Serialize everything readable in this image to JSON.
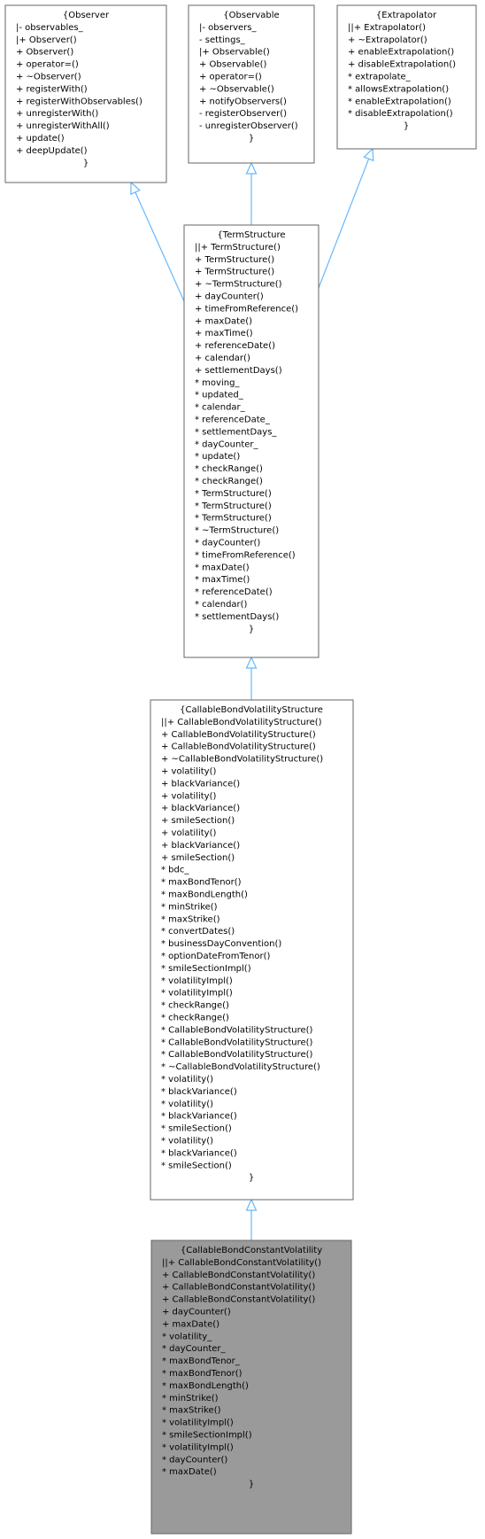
{
  "colors": {
    "box_border": "#666666",
    "box_fill": "#ffffff",
    "focus_fill": "#9a9a9a",
    "edge": "#63b8ff"
  },
  "nodes": [
    {
      "id": "observer",
      "lines": [
        "{Observer",
        "|- observables_",
        "|+ Observer()",
        "+ Observer()",
        "+ operator=()",
        "+ ~Observer()",
        "+ registerWith()",
        "+ registerWithObservables()",
        "+ unregisterWith()",
        "+ unregisterWithAll()",
        "+ update()",
        "+ deepUpdate()",
        "}"
      ]
    },
    {
      "id": "observable",
      "lines": [
        "{Observable",
        "|- observers_",
        "- settings_",
        "|+ Observable()",
        "+ Observable()",
        "+ operator=()",
        "+ ~Observable()",
        "+ notifyObservers()",
        "- registerObserver()",
        "- unregisterObserver()",
        "}"
      ]
    },
    {
      "id": "extrapolator",
      "lines": [
        "{Extrapolator",
        "||+ Extrapolator()",
        "+ ~Extrapolator()",
        "+ enableExtrapolation()",
        "+ disableExtrapolation()",
        "* extrapolate_",
        "* allowsExtrapolation()",
        "* enableExtrapolation()",
        "* disableExtrapolation()",
        "}"
      ]
    },
    {
      "id": "termstructure",
      "lines": [
        "{TermStructure",
        "||+ TermStructure()",
        "+ TermStructure()",
        "+ TermStructure()",
        "+ ~TermStructure()",
        "+ dayCounter()",
        "+ timeFromReference()",
        "+ maxDate()",
        "+ maxTime()",
        "+ referenceDate()",
        "+ calendar()",
        "+ settlementDays()",
        "* moving_",
        "* updated_",
        "* calendar_",
        "* referenceDate_",
        "* settlementDays_",
        "* dayCounter_",
        "* update()",
        "* checkRange()",
        "* checkRange()",
        "* TermStructure()",
        "* TermStructure()",
        "* TermStructure()",
        "* ~TermStructure()",
        "* dayCounter()",
        "* timeFromReference()",
        "* maxDate()",
        "* maxTime()",
        "* referenceDate()",
        "* calendar()",
        "* settlementDays()",
        "}"
      ]
    },
    {
      "id": "cbvs",
      "lines": [
        "{CallableBondVolatilityStructure",
        "||+ CallableBondVolatilityStructure()",
        "+ CallableBondVolatilityStructure()",
        "+ CallableBondVolatilityStructure()",
        "+ ~CallableBondVolatilityStructure()",
        "+ volatility()",
        "+ blackVariance()",
        "+ volatility()",
        "+ blackVariance()",
        "+ smileSection()",
        "+ volatility()",
        "+ blackVariance()",
        "+ smileSection()",
        "* bdc_",
        "* maxBondTenor()",
        "* maxBondLength()",
        "* minStrike()",
        "* maxStrike()",
        "* convertDates()",
        "* businessDayConvention()",
        "* optionDateFromTenor()",
        "* smileSectionImpl()",
        "* volatilityImpl()",
        "* volatilityImpl()",
        "* checkRange()",
        "* checkRange()",
        "* CallableBondVolatilityStructure()",
        "* CallableBondVolatilityStructure()",
        "* CallableBondVolatilityStructure()",
        "* ~CallableBondVolatilityStructure()",
        "* volatility()",
        "* blackVariance()",
        "* volatility()",
        "* blackVariance()",
        "* smileSection()",
        "* volatility()",
        "* blackVariance()",
        "* smileSection()",
        "}"
      ]
    },
    {
      "id": "cbcv",
      "lines": [
        "{CallableBondConstantVolatility",
        "||+ CallableBondConstantVolatility()",
        "+ CallableBondConstantVolatility()",
        "+ CallableBondConstantVolatility()",
        "+ CallableBondConstantVolatility()",
        "+ dayCounter()",
        "+ maxDate()",
        "* volatility_",
        "* dayCounter_",
        "* maxBondTenor_",
        "* maxBondTenor()",
        "* maxBondLength()",
        "* minStrike()",
        "* maxStrike()",
        "* volatilityImpl()",
        "* smileSectionImpl()",
        "* volatilityImpl()",
        "* dayCounter()",
        "* maxDate()",
        "}"
      ]
    }
  ]
}
